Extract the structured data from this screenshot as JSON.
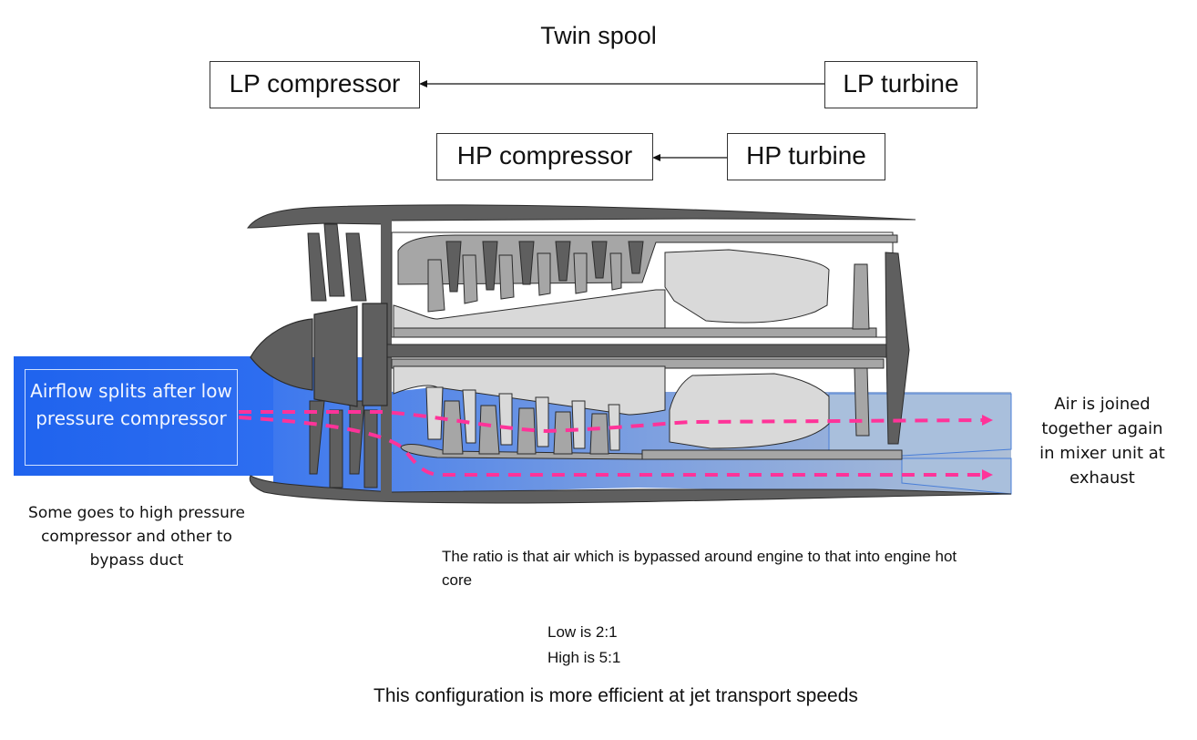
{
  "title": "Twin spool",
  "spools": {
    "lp_compressor": "LP compressor",
    "lp_turbine": "LP turbine",
    "hp_compressor": "HP compressor",
    "hp_turbine": "HP turbine"
  },
  "callouts": {
    "airflow_split": "Airflow splits after low pressure compressor",
    "some_goes_line1": "Some goes to high pressure",
    "some_goes_line2": "compressor and other to",
    "some_goes_line3": "bypass duct",
    "mixer_line1": "Air is joined",
    "mixer_line2": "together again",
    "mixer_line3": "in mixer unit at",
    "mixer_line4": "exhaust",
    "ratio_line1": "The ratio is that air which is bypassed around engine to that into engine hot",
    "ratio_line2": "core",
    "low_ratio": "Low is 2:1",
    "high_ratio": "High is 5:1",
    "conclusion": "This configuration is more efficient at jet transport speeds"
  },
  "colors": {
    "casing": "#5f5f5f",
    "compressor_light": "#d9d9d9",
    "compressor_mid": "#a6a6a6",
    "airflow_blue": "#2f6ff0",
    "exhaust_blue": "#a9bfdc",
    "flow_arrow": "#ff3399"
  }
}
